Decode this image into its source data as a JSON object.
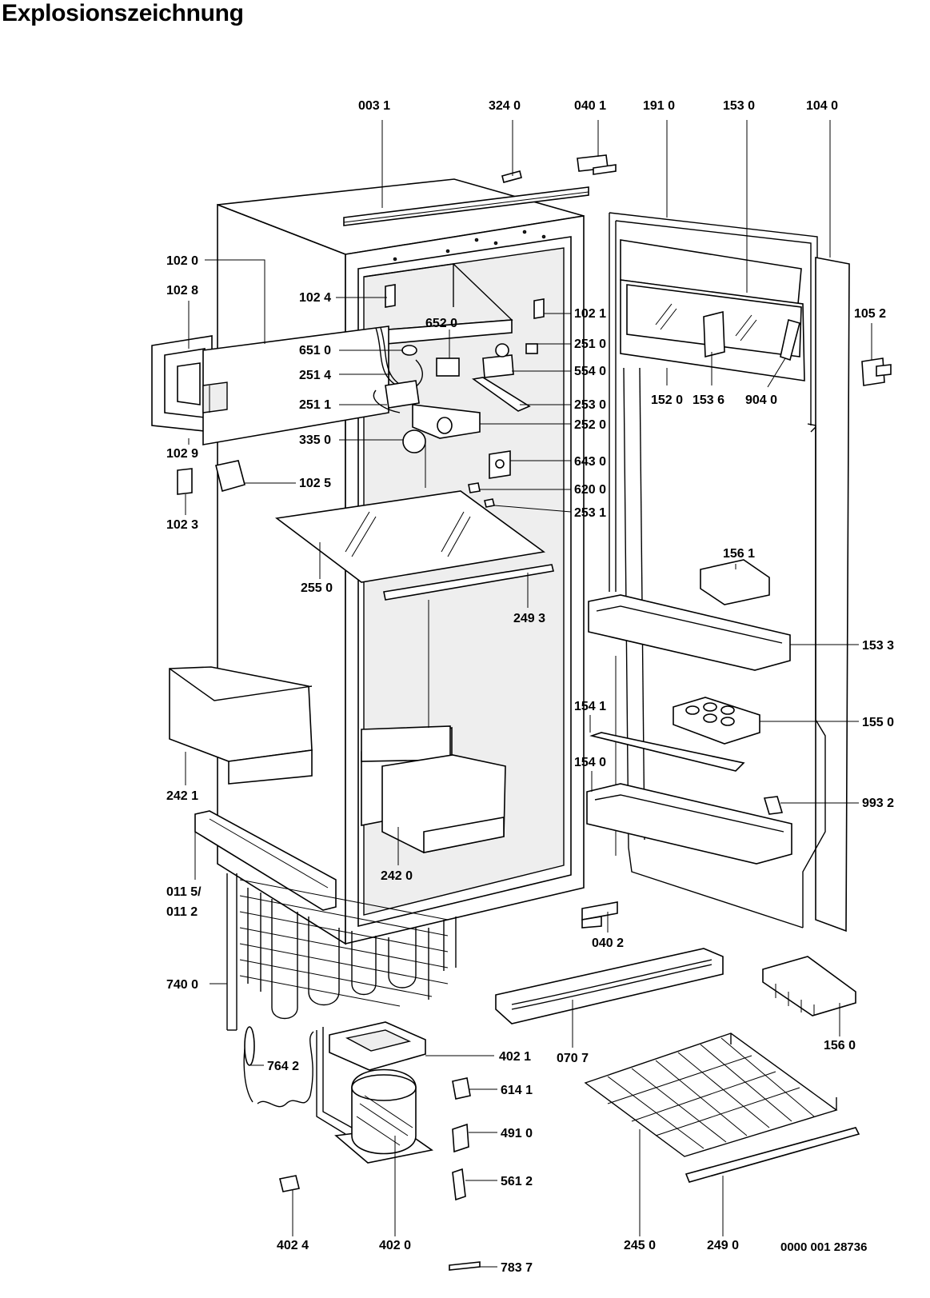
{
  "title": "Explosionszeichnung",
  "doc_number": "0000 001 28736",
  "callouts": [
    {
      "id": "c-0031",
      "label": "003 1"
    },
    {
      "id": "c-3240",
      "label": "324 0"
    },
    {
      "id": "c-0401",
      "label": "040 1"
    },
    {
      "id": "c-1910",
      "label": "191 0"
    },
    {
      "id": "c-1530",
      "label": "153 0"
    },
    {
      "id": "c-1040",
      "label": "104 0"
    },
    {
      "id": "c-1020",
      "label": "102 0"
    },
    {
      "id": "c-1028",
      "label": "102 8"
    },
    {
      "id": "c-1024",
      "label": "102 4"
    },
    {
      "id": "c-1021",
      "label": "102 1"
    },
    {
      "id": "c-1052",
      "label": "105 2"
    },
    {
      "id": "c-6520",
      "label": "652 0"
    },
    {
      "id": "c-6510",
      "label": "651 0"
    },
    {
      "id": "c-2510",
      "label": "251 0"
    },
    {
      "id": "c-2514",
      "label": "251 4"
    },
    {
      "id": "c-5540",
      "label": "554 0"
    },
    {
      "id": "c-2511",
      "label": "251 1"
    },
    {
      "id": "c-2530",
      "label": "253 0"
    },
    {
      "id": "c-1520",
      "label": "152 0"
    },
    {
      "id": "c-1536",
      "label": "153 6"
    },
    {
      "id": "c-9040",
      "label": "904 0"
    },
    {
      "id": "c-2520",
      "label": "252 0"
    },
    {
      "id": "c-3350",
      "label": "335 0"
    },
    {
      "id": "c-1029",
      "label": "102 9"
    },
    {
      "id": "c-6430",
      "label": "643 0"
    },
    {
      "id": "c-1025",
      "label": "102 5"
    },
    {
      "id": "c-6200",
      "label": "620 0"
    },
    {
      "id": "c-1023",
      "label": "102 3"
    },
    {
      "id": "c-2531",
      "label": "253 1"
    },
    {
      "id": "c-1561",
      "label": "156 1"
    },
    {
      "id": "c-2550",
      "label": "255 0"
    },
    {
      "id": "c-2493",
      "label": "249 3"
    },
    {
      "id": "c-1533",
      "label": "153 3"
    },
    {
      "id": "c-1541",
      "label": "154 1"
    },
    {
      "id": "c-1550",
      "label": "155 0"
    },
    {
      "id": "c-1540",
      "label": "154 0"
    },
    {
      "id": "c-2421",
      "label": "242 1"
    },
    {
      "id": "c-9932",
      "label": "993 2"
    },
    {
      "id": "c-2420",
      "label": "242 0"
    },
    {
      "id": "c-0115",
      "label": "011 5/"
    },
    {
      "id": "c-0112",
      "label": "011 2"
    },
    {
      "id": "c-0402",
      "label": "040 2"
    },
    {
      "id": "c-7400",
      "label": "740 0"
    },
    {
      "id": "c-1560",
      "label": "156 0"
    },
    {
      "id": "c-4021",
      "label": "402 1"
    },
    {
      "id": "c-0707",
      "label": "070 7"
    },
    {
      "id": "c-7642",
      "label": "764 2"
    },
    {
      "id": "c-6141",
      "label": "614 1"
    },
    {
      "id": "c-4910",
      "label": "491 0"
    },
    {
      "id": "c-5612",
      "label": "561 2"
    },
    {
      "id": "c-4024",
      "label": "402 4"
    },
    {
      "id": "c-4020",
      "label": "402 0"
    },
    {
      "id": "c-7837",
      "label": "783 7"
    },
    {
      "id": "c-2450",
      "label": "245 0"
    },
    {
      "id": "c-2490",
      "label": "249 0"
    }
  ]
}
